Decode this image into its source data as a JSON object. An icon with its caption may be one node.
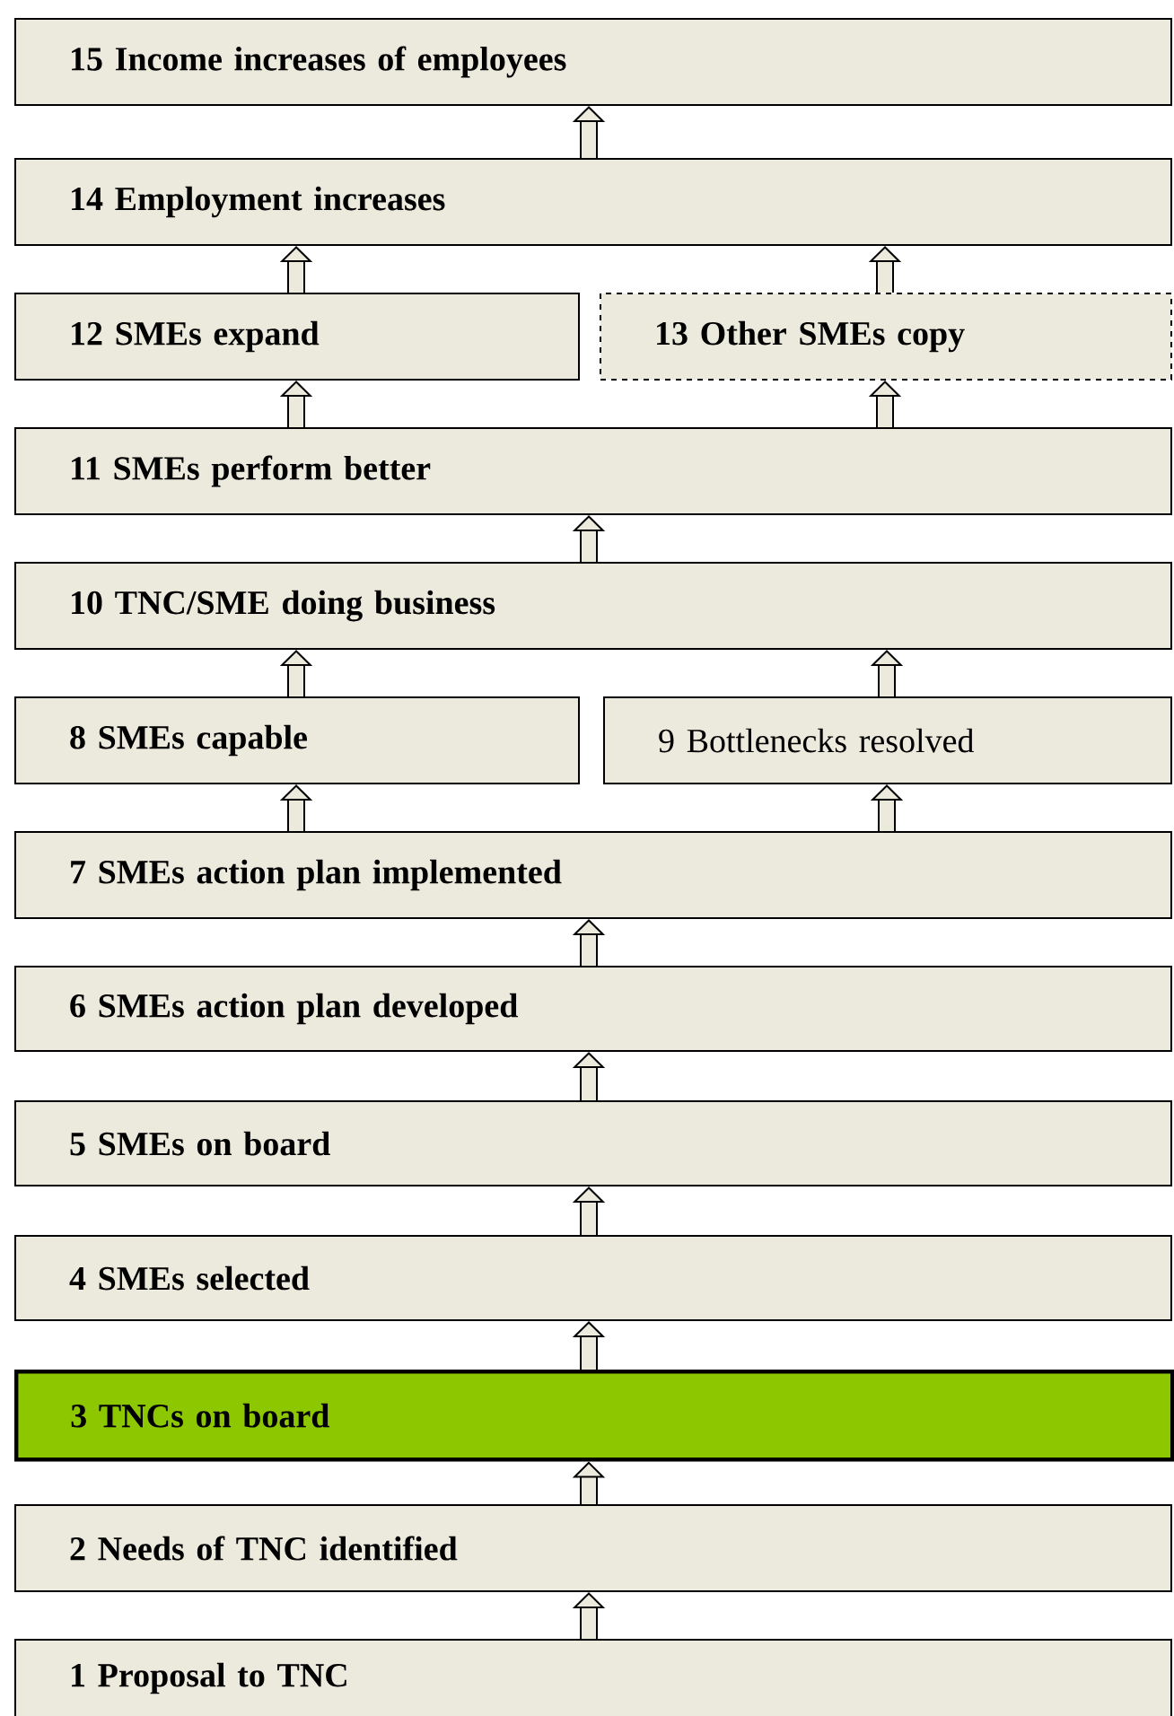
{
  "diagram": {
    "nodes": [
      {
        "text": [
          "15 Income increases of employees"
        ]
      },
      {
        "text": [
          "14 Employment increases"
        ]
      },
      {
        "text": [
          "12 SMEs expand"
        ]
      },
      {
        "text": [
          "13 Other SMEs copy"
        ]
      },
      {
        "text": [
          "11 SMEs perform better"
        ]
      },
      {
        "text": [
          "10 TNC/SME doing business"
        ]
      },
      {
        "text": [
          "8 SMEs capable"
        ]
      },
      {
        "text": [
          "9 Bottlenecks resolved"
        ]
      },
      {
        "text": [
          "7 SMEs action plan implemented"
        ]
      },
      {
        "text": [
          "6 SMEs action plan developed"
        ]
      },
      {
        "text": [
          "5 SMEs on board"
        ]
      },
      {
        "text": [
          "4 SMEs selected"
        ]
      },
      {
        "text": [
          "3 TNCs on board"
        ]
      },
      {
        "text": [
          "2 Needs of TNC identified"
        ]
      },
      {
        "text": [
          "1 Proposal to TNC"
        ]
      }
    ],
    "edges": [
      {
        "from": 1,
        "to": 0,
        "arrow": "to"
      },
      {
        "from": 2,
        "to": 1,
        "arrow": "to"
      },
      {
        "from": 3,
        "to": 1,
        "arrow": "to"
      },
      {
        "from": 4,
        "to": 2,
        "arrow": "to"
      },
      {
        "from": 4,
        "to": 3,
        "arrow": "to"
      },
      {
        "from": 5,
        "to": 4,
        "arrow": "to"
      },
      {
        "from": 6,
        "to": 5,
        "arrow": "to"
      },
      {
        "from": 7,
        "to": 5,
        "arrow": "to"
      },
      {
        "from": 8,
        "to": 6,
        "arrow": "to"
      },
      {
        "from": 8,
        "to": 7,
        "arrow": "to"
      },
      {
        "from": 9,
        "to": 8,
        "arrow": "to"
      },
      {
        "from": 10,
        "to": 9,
        "arrow": "to"
      },
      {
        "from": 11,
        "to": 10,
        "arrow": "to"
      },
      {
        "from": 12,
        "to": 11,
        "arrow": "to"
      },
      {
        "from": 13,
        "to": 12,
        "arrow": "to"
      },
      {
        "from": 14,
        "to": 13,
        "arrow": "to"
      }
    ]
  }
}
